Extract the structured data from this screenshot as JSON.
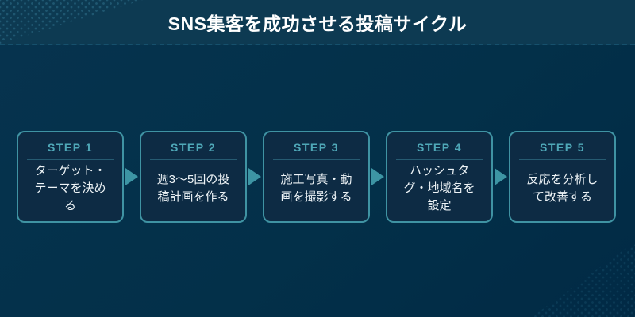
{
  "title": "SNS集客を成功させる投稿サイクル",
  "steps": [
    {
      "label": "STEP 1",
      "text": "ターゲット・テーマを決める"
    },
    {
      "label": "STEP 2",
      "text": "週3〜5回の投稿計画を作る"
    },
    {
      "label": "STEP 3",
      "text": "施工写真・動画を撮影する"
    },
    {
      "label": "STEP 4",
      "text": "ハッシュタグ・地域名を設定"
    },
    {
      "label": "STEP 5",
      "text": "反応を分析して改善する"
    }
  ],
  "colors": {
    "header-bg": "#0d3a52",
    "title-color": "#ffffff",
    "separator": "#16506c",
    "main-bg-start": "#06334e",
    "main-bg-end": "#012a45",
    "box-bg": "#0d2b44",
    "box-border": "#3f93a3",
    "step-color": "#4fa8b8",
    "divider": "#265b72",
    "text-color": "#edf3f6",
    "arrow-color": "#3d95a4",
    "dot-color": "rgba(64,140,170,0.45)"
  }
}
